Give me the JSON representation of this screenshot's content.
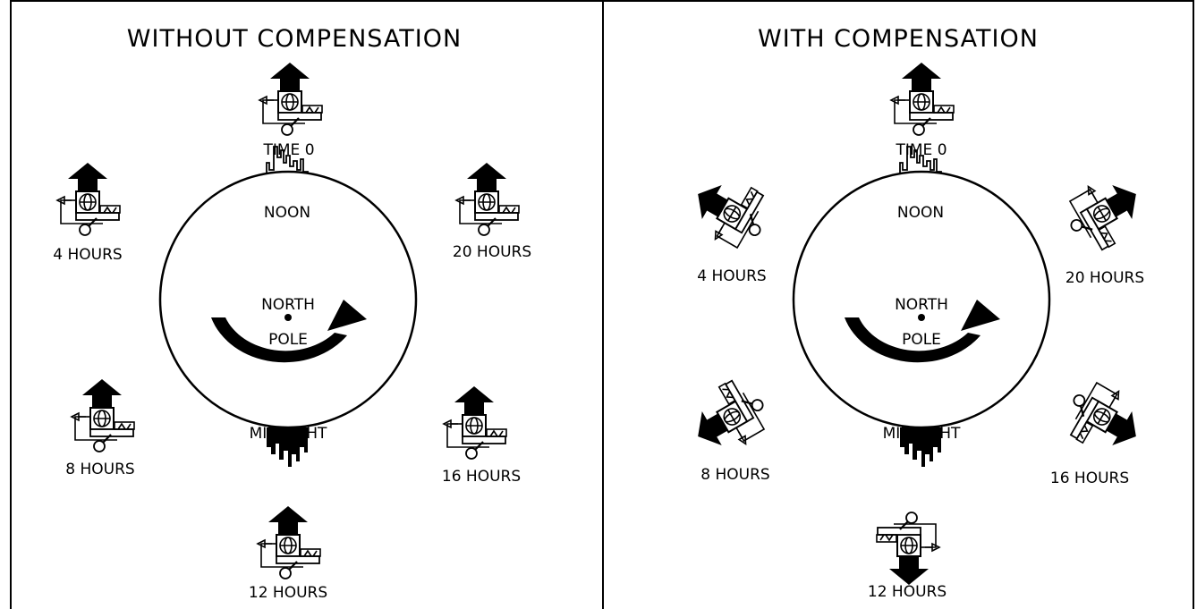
{
  "panels": [
    {
      "id": "without",
      "title": "WITHOUT COMPENSATION",
      "center_label_top": "NORTH",
      "center_label_bottom": "POLE",
      "noon_label": "NOON",
      "midnight_label": "MIDNIGHT",
      "compensated": false,
      "positions": [
        {
          "label": "TIME 0",
          "hours": 0
        },
        {
          "label": "4 HOURS",
          "hours": 4
        },
        {
          "label": "8 HOURS",
          "hours": 8
        },
        {
          "label": "12 HOURS",
          "hours": 12
        },
        {
          "label": "16 HOURS",
          "hours": 16
        },
        {
          "label": "20 HOURS",
          "hours": 20
        }
      ]
    },
    {
      "id": "with",
      "title": "WITH COMPENSATION",
      "center_label_top": "NORTH",
      "center_label_bottom": "POLE",
      "noon_label": "NOON",
      "midnight_label": "MIDNIGHT",
      "compensated": true,
      "positions": [
        {
          "label": "TIME 0",
          "hours": 0
        },
        {
          "label": "4 HOURS",
          "hours": 4
        },
        {
          "label": "8 HOURS",
          "hours": 8
        },
        {
          "label": "12 HOURS",
          "hours": 12
        },
        {
          "label": "16 HOURS",
          "hours": 16
        },
        {
          "label": "20 HOURS",
          "hours": 20
        }
      ]
    }
  ],
  "icons": {
    "gyro_unit": "gyroscope-icon",
    "north_arrow": "up-arrow-icon",
    "rotation_arrow": "curved-arrow-icon",
    "noon_skyline": "city-skyline-icon",
    "midnight_skyline": "inverted-city-skyline-icon"
  },
  "colors": {
    "ink": "#000000",
    "paper": "#ffffff"
  }
}
